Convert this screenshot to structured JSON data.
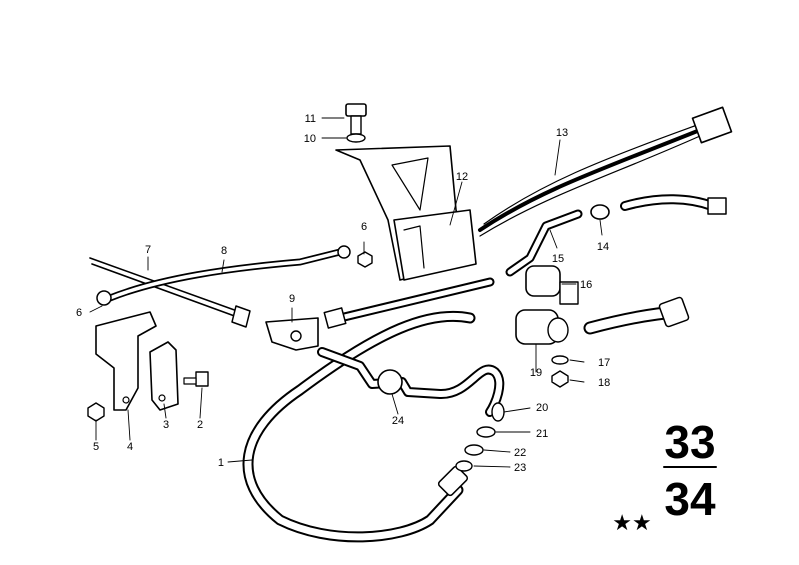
{
  "parts": [
    {
      "id": "1",
      "label": "1"
    },
    {
      "id": "2",
      "label": "2"
    },
    {
      "id": "3",
      "label": "3"
    },
    {
      "id": "4",
      "label": "4"
    },
    {
      "id": "5",
      "label": "5"
    },
    {
      "id": "6a",
      "label": "6"
    },
    {
      "id": "6b",
      "label": "6"
    },
    {
      "id": "7",
      "label": "7"
    },
    {
      "id": "8",
      "label": "8"
    },
    {
      "id": "9",
      "label": "9"
    },
    {
      "id": "10",
      "label": "10"
    },
    {
      "id": "11",
      "label": "11"
    },
    {
      "id": "12",
      "label": "12"
    },
    {
      "id": "13",
      "label": "13"
    },
    {
      "id": "14",
      "label": "14"
    },
    {
      "id": "15",
      "label": "15"
    },
    {
      "id": "16",
      "label": "16"
    },
    {
      "id": "17",
      "label": "17"
    },
    {
      "id": "18",
      "label": "18"
    },
    {
      "id": "19",
      "label": "19"
    },
    {
      "id": "20",
      "label": "20"
    },
    {
      "id": "21",
      "label": "21"
    },
    {
      "id": "22",
      "label": "22"
    },
    {
      "id": "23",
      "label": "23"
    },
    {
      "id": "24",
      "label": "24"
    }
  ],
  "page_code": {
    "top": "33",
    "bottom": "34"
  },
  "stars": "★★"
}
